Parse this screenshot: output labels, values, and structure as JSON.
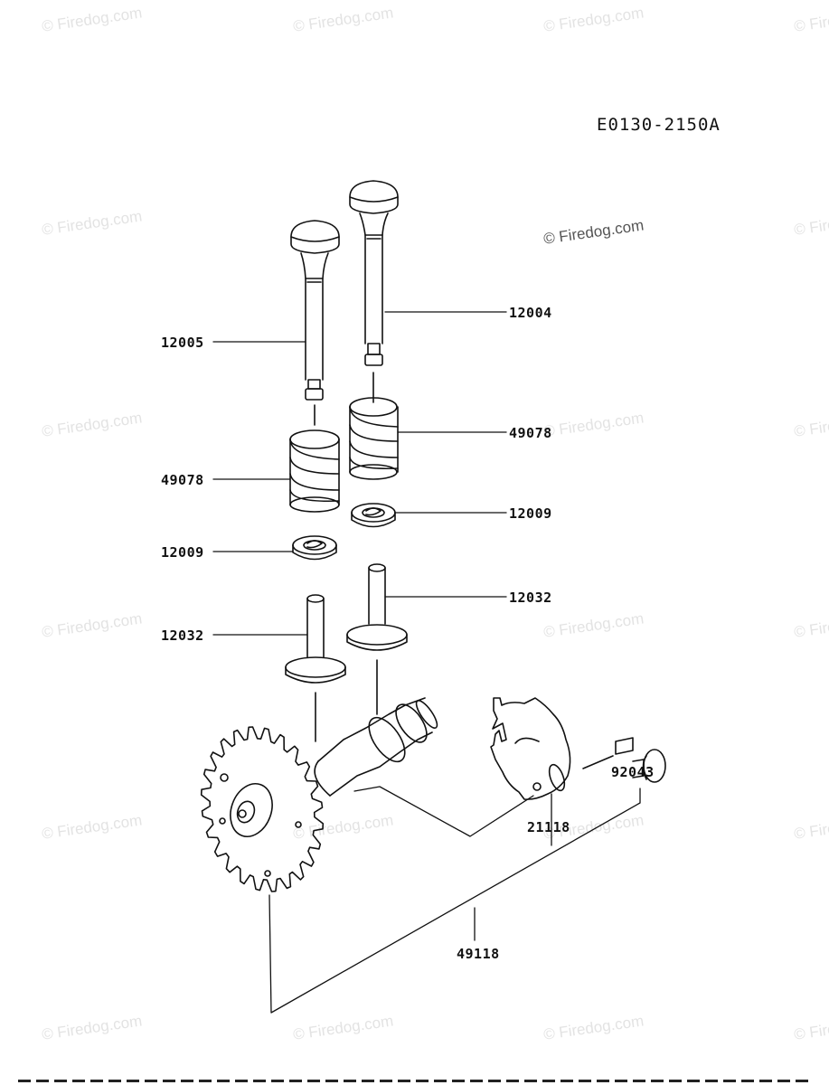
{
  "diagram": {
    "code": "E0130-2150A",
    "watermark": "© Firedog.com",
    "watermark_main": "© Firedog.com",
    "parts": {
      "valve_exhaust": "12005",
      "valve_intake": "12004",
      "spring_left": "49078",
      "spring_right": "49078",
      "retainer_left": "12009",
      "retainer_right": "12009",
      "lifter_left": "12032",
      "lifter_right": "12032",
      "pin": "92043",
      "plate": "21118",
      "camshaft": "49118"
    },
    "colors": {
      "ink": "#111111",
      "watermark": "#e3e3e3"
    }
  }
}
